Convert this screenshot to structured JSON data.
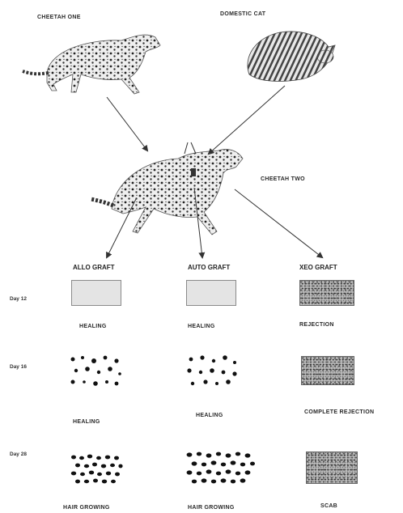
{
  "labels": {
    "cheetah_one": "CHEETAH ONE",
    "domestic_cat": "DOMESTIC CAT",
    "cheetah_two": "CHEETAH TWO"
  },
  "columns": [
    {
      "title": "ALLO  GRAFT"
    },
    {
      "title": "AUTO GRAFT"
    },
    {
      "title": "XEO GRAFT"
    }
  ],
  "rows": [
    {
      "day": "Day 12",
      "results": [
        "HEALING",
        "HEALING",
        "REJECTION"
      ]
    },
    {
      "day": "Day 16",
      "results": [
        "HEALING",
        "HEALING",
        "COMPLETE REJECTION"
      ]
    },
    {
      "day": "Day 28",
      "results": [
        "HAIR GROWING",
        "HAIR GROWING",
        "SCAB"
      ]
    }
  ]
}
